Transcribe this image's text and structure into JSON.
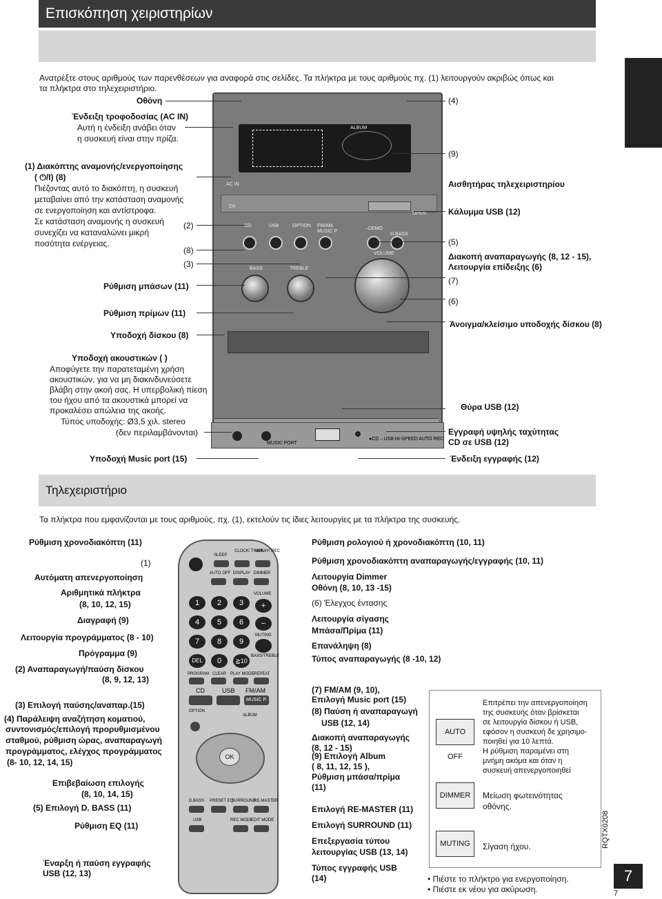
{
  "header": {
    "title": "Επισκόπηση χειριστηρίων"
  },
  "intro": {
    "line1": "Ανατρέξτε στους αριθμούς των παρενθέσεων για αναφορά στις σελίδες. Τα πλήκτρα με τους αριθμούς πχ. (1) λειτουργούν ακριβώς όπως και",
    "line2": "τα πλήκτρα στο τηλεχειριστήριο."
  },
  "unit_left": {
    "display": "Οθόνη",
    "ac_title": "Ένδειξη τροφοδοσίας (AC IN)",
    "ac_l1": "Αυτή η ένδειξη ανάβει όταν",
    "ac_l2": "η συσκευή είναι στην πρίζα.",
    "sw_title": "(1) Διακόπτης αναμονής/ενεργοποίησης",
    "sw_sym": "( ⏻/I) (8)",
    "sw_l1": "Πιέζοντας αυτό το διακόπτη, η συσκευή",
    "sw_l2": "μεταβαίνει από την κατάσταση αναμονής",
    "sw_l3": "σε ενεργοποίηση και αντίστροφα.",
    "sw_l4": "Σε κατάσταση αναμονής η συσκευή",
    "sw_l5": "συνεχίζει να καταναλώνει μικρή",
    "sw_l6": "ποσότητα ενέργειας.",
    "n2": "(2)",
    "n8": "(8)",
    "n3": "(3)",
    "bass": "Ρύθμιση μπάσων (11)",
    "treble": "Ρύθμιση πρίμων (11)",
    "disc": "Υποδοχή δίσκου (8)",
    "hp_title": "Υποδοχή ακουστικών (  )",
    "hp_l1": "Αποφύγετε την παρατεταμένη χρήση",
    "hp_l2": "ακουστικών, για να μη διακινδυνεύσετε",
    "hp_l3": "βλάβη στην ακοή σας. Η υπερβολική πίεση",
    "hp_l4": "του ήχου από τα ακουστικά μπορεί να",
    "hp_l5": "προκαλέσει απώλεια της ακοής.",
    "hp_l6": "Τύπος υποδοχής: Ø3,5 χιλ. stereo",
    "hp_l7": "(δεν περιλαμβάνονται)",
    "music_port": "Υποδοχή Music port (15)"
  },
  "unit_right": {
    "n4": "(4)",
    "n9": "(9)",
    "sensor": "Αισθητήρας τηλεχειριστηρίου",
    "usb_cover": "Κάλυμμα USB (12)",
    "n5": "(5)",
    "play": "Διακοπή αναπαραγωγής (8, 12 - 15),",
    "demo": "Λειτουργία επίδειξης (6)",
    "n7": "(7)",
    "n6": "(6)",
    "open": "Άνοιγμα/κλείσιμο υποδοχής δίσκου (8)",
    "usb_port": "Θύρα USB (12)",
    "hs1": "Εγγραφή υψηλής ταχύτητας",
    "hs2": "CD σε USB (12)",
    "rec": "Ένδειξη εγγραφής (12)"
  },
  "unit_panel": {
    "ac_in": "AC IN",
    "standby": "⏻/I",
    "cd": "CD",
    "usb": "USB",
    "option": "OPTION",
    "fm": "FM/AM",
    "music": "MUSIC P.",
    "demo": "–DEMO",
    "dbass": "D.BASS",
    "bass": "BASS",
    "treble": "TREBLE",
    "volume": "VOLUME",
    "album": "ALBUM",
    "open": "OPEN",
    "music_port": "MUSIC PORT",
    "cd_usb": "●CD→USB  HI-SPEED AUTO REC"
  },
  "remote_section": {
    "title": "Τηλεχειριστήριο",
    "intro": "Τα πλήκτρα που εμφανίζονται με τους αριθμούς, πχ. (1), εκτελούν τις ίδιες λειτουργίες με τα πλήκτρα της συσκευής."
  },
  "remote_left": {
    "timer": "Ρύθμιση χρονοδιακόπτη (11)",
    "n1": "(1)",
    "auto_off": "Αυτόματη απενεργοποίηση",
    "num1": "Αριθμητικά πλήκτρα",
    "num2": "(8, 10, 12, 15)",
    "delete": "Διαγραφή (9)",
    "program_mode": "Λειτουργία προγράμματος (8 - 10)",
    "program": "Πρόγραμμα (9)",
    "play1": "(2) Αναπαραγωγή/παύση δίσκου",
    "play2": "(8, 9, 12, 13)",
    "pause": "(3) Επιλογή παύσης/αναπαρ.(15)",
    "skip1": "(4)  Παράλειψη αναζήτηση κοματιού,",
    "skip2": "συντονισμός/επιλογή προρυθμισμένου",
    "skip3": "σταθμού, ρύθμιση ώρας, αναπαραγωγή",
    "skip4": "προγράμματος,  ελέγχος προγράμματος",
    "skip5": "(8- 10, 12, 14, 15)",
    "ok1": "Επιβεβαίωση επιλογής",
    "ok2": "(8, 10, 14, 15)",
    "dbass": "(5) Επιλογή D. BASS  (11)",
    "eq": "Ρύθμιση EQ (11)",
    "rec1": "Έναρξη ή παύση εγγραφής",
    "rec2": "USB (12, 13)"
  },
  "remote_right": {
    "clock": "Ρύθμιση ρολογιού ή χρονοδιακόπτη (10, 11)",
    "play_rec": "Ρύθμιση χρονοδιακόπτη αναπαραγωγής/εγγραφής (10, 11)",
    "dimmer": "Λειτουργία Dimmer",
    "display": "Οθόνη (8, 10, 13 -15)",
    "volume": "(6) Έλεγχος έντασης",
    "muting": "Λειτουργία σίγασης",
    "bass_treble": "Μπάσα/Πρίμα  (11)",
    "repeat": "Επανάληψη (8)",
    "play_mode": "Τύπος αναπαραγωγής (8 -10, 12)",
    "fm": "(7) FM/AM (9, 10),",
    "music": "Επιλογή Music port (15)",
    "stop1": "(8) Παύση ή αναπαραγωγή",
    "stop2": "USB (12, 14)",
    "pm1": "Διακοπή αναπαραγωγής",
    "pm2": "(8, 12 - 15)",
    "album1": "(9) Επιλογή Album",
    "album2": "( 8, 11, 12, 15 ),",
    "album3": "Ρύθμιση μπάσα/πρίμα",
    "album4": "(11)",
    "remaster": "Επιλογή RE-MASTER (11)",
    "surround": "Επιλογή SURROUND (11)",
    "edit1": "Επεξεργασία τύπου",
    "edit2": "λειτουργίας USB (13, 14)",
    "rec1": "Τύπος εγγραφής USB",
    "rec2": "(14)"
  },
  "remote_keys": {
    "sleep": "SLEEP",
    "clock": "CLOCK/ TIMER",
    "play_rec": "⊙PLAY/ REC",
    "auto_off": "AUTO OFF",
    "display": "DISPLAY",
    "dimmer": "DIMMER",
    "volume": "VOLUME",
    "muting": "MUTING",
    "bass_treble": "BASS/TREBLE",
    "del": "DEL",
    "program": "PROGRAM",
    "clear": "CLEAR",
    "play_mode": "PLAY MODE",
    "repeat": "REPEAT",
    "cd": "CD",
    "usb": "USB",
    "fm": "FM/AM",
    "option": "OPTION",
    "album": "ALBUM",
    "ok": "OK",
    "dbass": "D.BASS",
    "preset": "PRESET EQ",
    "surround": "SURROUND",
    "remaster": "RE-MASTER",
    "usb_rec": "USB",
    "rec_mode": "REC MODE",
    "edit_mode": "EDIT MODE",
    "music": "MUSIC P.",
    "digits": [
      "1",
      "2",
      "3",
      "4",
      "5",
      "6",
      "7",
      "8",
      "9",
      "0",
      "≧10"
    ]
  },
  "callouts": {
    "auto_off_key": "AUTO OFF",
    "auto_off_text": [
      "Επιτρέπει την απενεργοποίηση",
      "της συσκευής όταν βρίσκεται",
      "σε λειτουργία δίσκου ή USB,",
      "εφόσον η συσκευή δε χρησιμο-",
      "ποιηθεί για 10 λεπτά.",
      "Η ρύθμιση παραμένει στη",
      "μνήμη ακόμα και όταν η",
      "συσκευή απενεργοποιηθεί"
    ],
    "dimmer_key": "DIMMER",
    "dimmer_text": [
      "Μείωση φωτεινότητας",
      "οθόνης."
    ],
    "muting_key": "MUTING",
    "muting_text": "Σίγαση ήχου.",
    "bullet1": "Πιέστε το πλήκτρο για ενεργοποίηση.",
    "bullet2": "Πιέστε εκ νέου για ακύρωση."
  },
  "footer": {
    "code": "RQTX0208",
    "page": "7",
    "page_small": "7"
  }
}
